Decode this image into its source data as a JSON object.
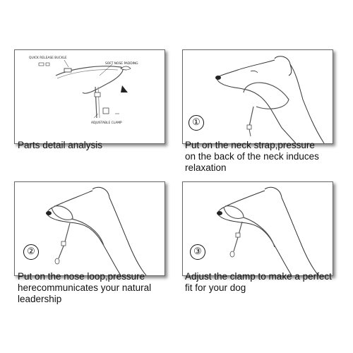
{
  "panels": [
    {
      "caption": "Parts detail analysis",
      "labels": {
        "buckle": "QUICK RELEASE BUCKLE",
        "padding": "SOFT NOSE PADDING",
        "clamp": "ADJUSTABLE CLAMP"
      }
    },
    {
      "step": "①",
      "caption_lines": [
        "Put on the neck strap,pressure",
        "on the back of the neck induces",
        "relaxation"
      ]
    },
    {
      "step": "②",
      "caption_lines": [
        "Put on the nose loop,pressure",
        "herecommunicates your natural",
        "leadership"
      ]
    },
    {
      "step": "③",
      "caption_lines": [
        "Adjust the clamp to make a perfect",
        "fit for your dog"
      ]
    }
  ]
}
